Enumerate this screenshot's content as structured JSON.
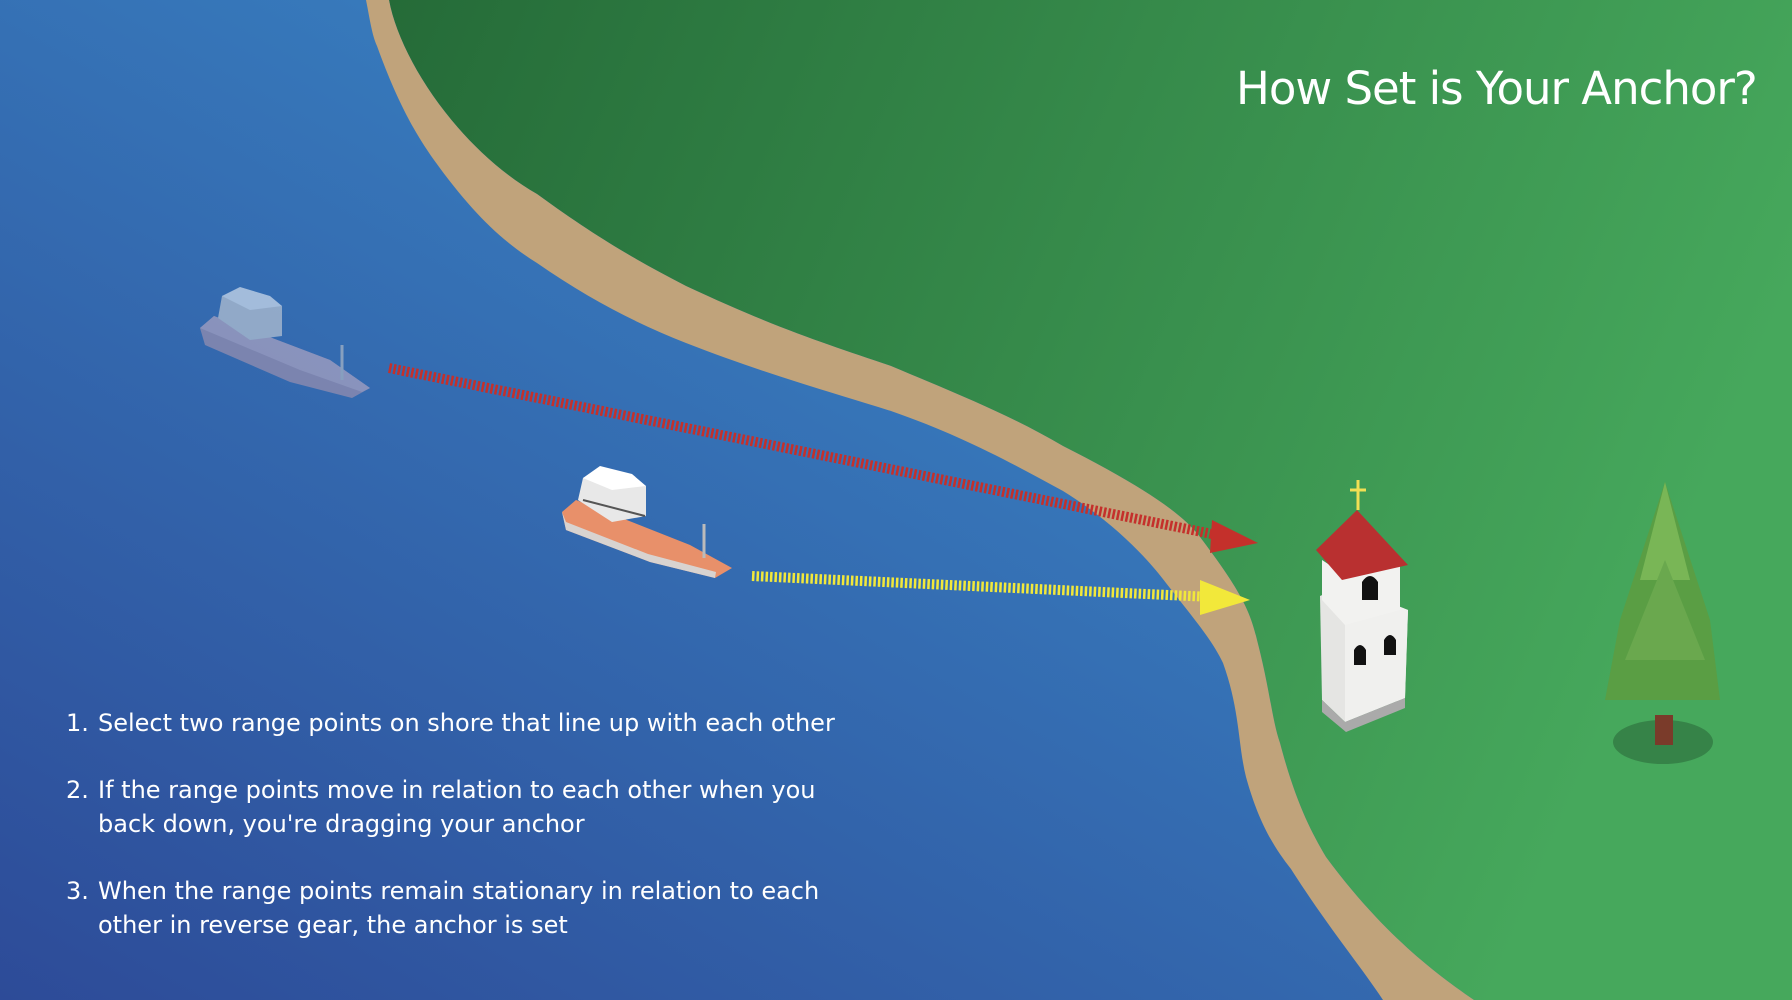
{
  "title": "How Set is Your Anchor?",
  "steps": [
    {
      "num": "1.",
      "line1": "Select two range points on shore that line up with each other",
      "line2": ""
    },
    {
      "num": "2.",
      "line1": "If the range points move in relation to each other when you",
      "line2": "back down, you're dragging your anchor"
    },
    {
      "num": "3.",
      "line1": "When the range points remain stationary in relation to each",
      "line2": "other in reverse gear, the anchor is set"
    }
  ],
  "colors": {
    "water": "#3570b5",
    "land": "#2e7a42",
    "sand": "#c0a37b",
    "dragging_arrow": "#c4302b",
    "set_arrow": "#f2e83a"
  }
}
